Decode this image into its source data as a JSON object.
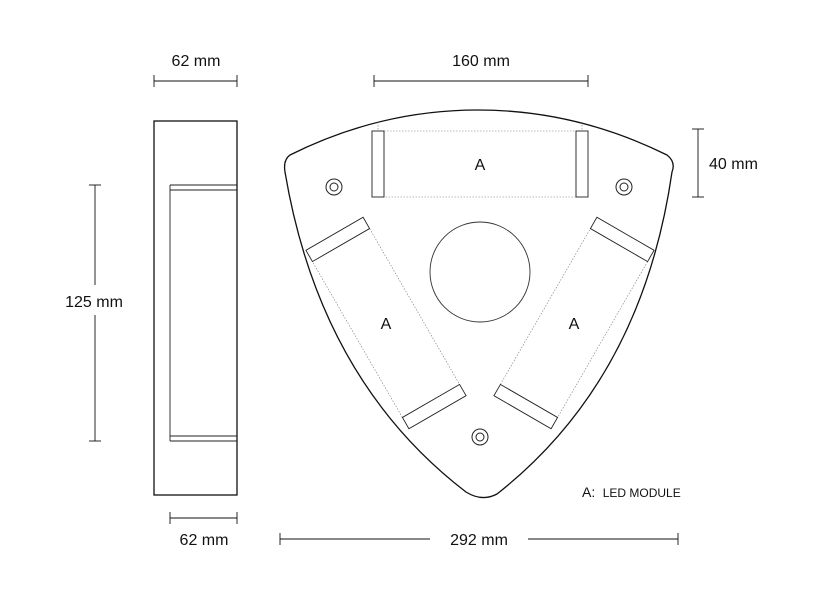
{
  "dimensions": {
    "side_top_width": "62 mm",
    "side_bottom_width": "62 mm",
    "side_height": "125 mm",
    "module_length": "160 mm",
    "module_width": "40 mm",
    "total_width": "292 mm"
  },
  "modules": {
    "top_label": "A",
    "left_label": "A",
    "right_label": "A"
  },
  "legend": {
    "key": "A:",
    "text": "LED MODULE"
  }
}
